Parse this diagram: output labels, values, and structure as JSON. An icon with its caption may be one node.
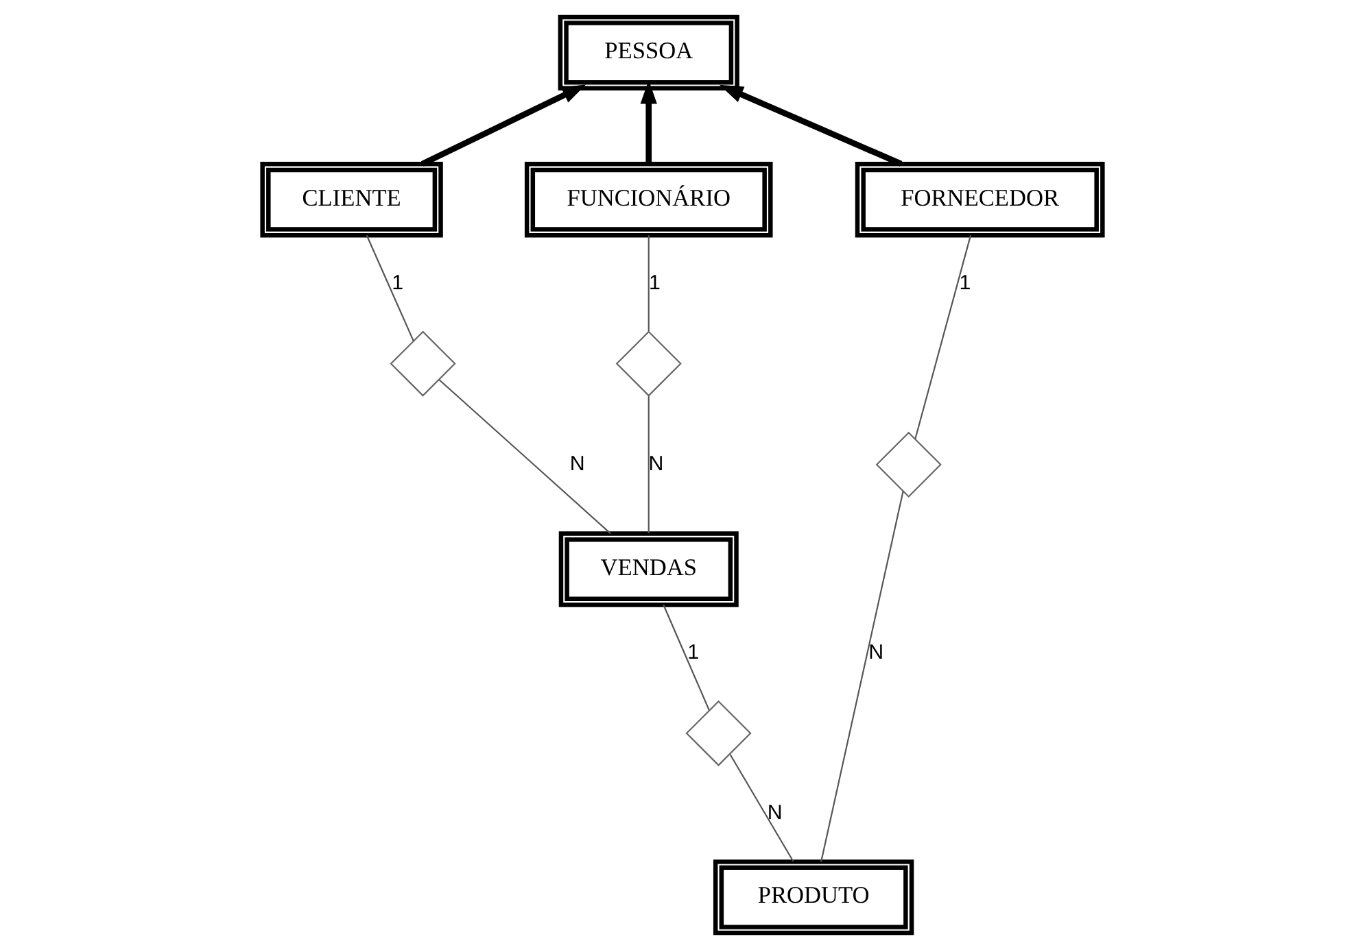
{
  "diagram": {
    "nodes": [
      {
        "text": [
          "PESSOA"
        ]
      },
      {
        "text": [
          "CLIENTE"
        ]
      },
      {
        "text": [
          "FUNCIONÁRIO"
        ]
      },
      {
        "text": [
          "FORNECEDOR"
        ]
      },
      {
        "text": [],
        "shape": "diamond"
      },
      {
        "text": [],
        "shape": "diamond"
      },
      {
        "text": [],
        "shape": "diamond"
      },
      {
        "text": [
          "PRODUTO"
        ]
      },
      {
        "text": [
          "VENDAS"
        ]
      },
      {
        "text": [],
        "shape": "diamond"
      }
    ],
    "edges": [
      {
        "from": 1,
        "to": 0,
        "arrow": "to",
        "style": "thick"
      },
      {
        "from": 2,
        "to": 0,
        "arrow": "to",
        "style": "thick"
      },
      {
        "from": 3,
        "to": 0,
        "arrow": "to",
        "style": "thick"
      },
      {
        "from": 1,
        "to": 4,
        "arrow": "none",
        "label": "1"
      },
      {
        "from": 4,
        "to": 8,
        "arrow": "none",
        "label": "N"
      },
      {
        "from": 2,
        "to": 6,
        "arrow": "none",
        "label": "1"
      },
      {
        "from": 6,
        "to": 8,
        "arrow": "none",
        "label": "N"
      },
      {
        "from": 3,
        "to": 5,
        "arrow": "none",
        "label": "1"
      },
      {
        "from": 5,
        "to": 7,
        "arrow": "none",
        "label": "N"
      },
      {
        "from": 8,
        "to": 9,
        "arrow": "none",
        "label": "1"
      },
      {
        "from": 9,
        "to": 7,
        "arrow": "none",
        "label": "N"
      }
    ]
  }
}
